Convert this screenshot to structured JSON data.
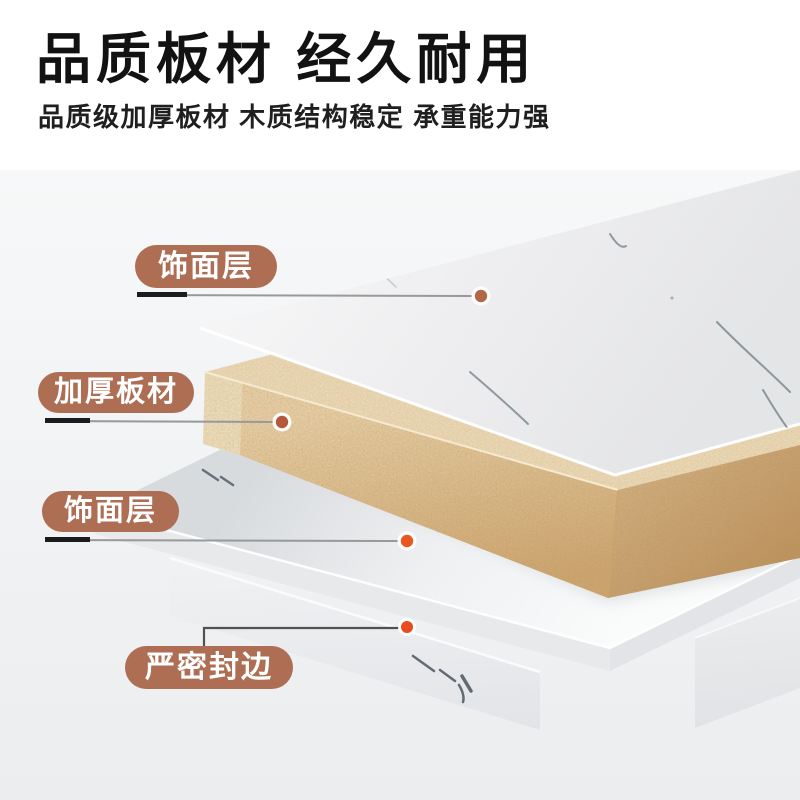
{
  "header": {
    "title": "品质板材 经久耐用",
    "subtitle": "品质级加厚板材 木质结构稳定 承重能力强"
  },
  "callouts": [
    {
      "text": "饰面层",
      "dot_color": "#b26848"
    },
    {
      "text": "加厚板材",
      "dot_color": "#b2593f"
    },
    {
      "text": "饰面层",
      "dot_color": "#e8571f"
    },
    {
      "text": "严密封边",
      "dot_color": "#e84b1d"
    }
  ],
  "colors": {
    "label_bg": "#ad6e54",
    "label_text": "#ffffff",
    "leader_line_gray": "#97999b",
    "leader_line_black": "#1c1c1c",
    "elbow_line_dark": "#4f5153",
    "core_wood_light": "#ebd3ab",
    "core_wood_dark": "#cfa671",
    "veneer_white": "#ededee",
    "background_panel": "#eff0f2",
    "header_background": "#ffffff"
  },
  "diagram_parts": [
    "top-veneer-sheet",
    "particleboard-core",
    "bottom-veneer-sheet",
    "edge-banding-strip-left",
    "edge-banding-strip-right"
  ]
}
